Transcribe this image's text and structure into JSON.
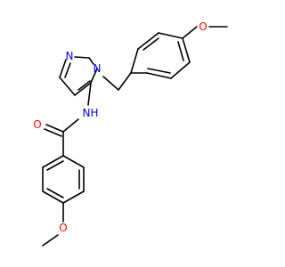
{
  "diagram": {
    "type": "skeletal-structure",
    "background_color": "#ffffff",
    "bond_color": "#000000",
    "element_colors": {
      "N": "#0000ff",
      "O": "#ff0000",
      "C": "#000000"
    },
    "atom_labels": {
      "pyrazole_n1": "N",
      "pyrazole_n2": "N",
      "amide_n": "N",
      "amide_h": "H",
      "carbonyl_o": "O",
      "methoxy_o_top": "O",
      "methoxy_o_bottom": "O"
    }
  }
}
